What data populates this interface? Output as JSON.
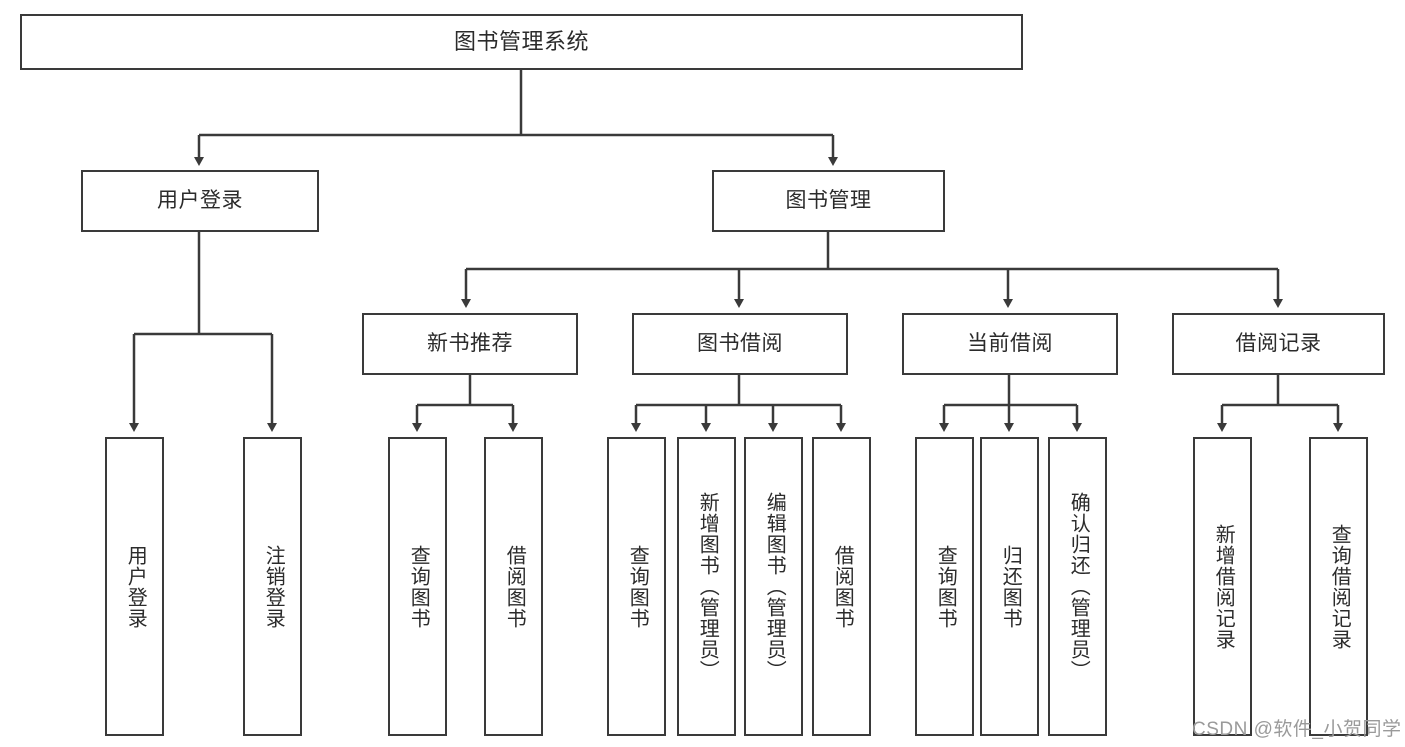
{
  "diagram": {
    "title": "图书管理系统",
    "type": "tree-hierarchy-chart",
    "root": {
      "id": "root",
      "label": "图书管理系统"
    },
    "level2": [
      {
        "id": "user-login",
        "label": "用户登录"
      },
      {
        "id": "book-manage",
        "label": "图书管理"
      }
    ],
    "level3": [
      {
        "id": "new-book-rec",
        "label": "新书推荐",
        "parent": "book-manage"
      },
      {
        "id": "book-borrow",
        "label": "图书借阅",
        "parent": "book-manage"
      },
      {
        "id": "current-borrow",
        "label": "当前借阅",
        "parent": "book-manage"
      },
      {
        "id": "borrow-record",
        "label": "借阅记录",
        "parent": "book-manage"
      }
    ],
    "leaves": {
      "user_login": [
        {
          "id": "leaf-user-login",
          "label": "用户登录"
        },
        {
          "id": "leaf-logout-login",
          "label": "注销登录"
        }
      ],
      "new_book_rec": [
        {
          "id": "leaf-query-book-1",
          "label": "查询图书"
        },
        {
          "id": "leaf-borrow-book-1",
          "label": "借阅图书"
        }
      ],
      "book_borrow": [
        {
          "id": "leaf-query-book-2",
          "label": "查询图书"
        },
        {
          "id": "leaf-add-book",
          "label": "新增图书（管理员）"
        },
        {
          "id": "leaf-edit-book",
          "label": "编辑图书（管理员）"
        },
        {
          "id": "leaf-borrow-book-2",
          "label": "借阅图书"
        }
      ],
      "current_borrow": [
        {
          "id": "leaf-query-book-3",
          "label": "查询图书"
        },
        {
          "id": "leaf-return-book",
          "label": "归还图书"
        },
        {
          "id": "leaf-confirm-return",
          "label": "确认归还（管理员）"
        }
      ],
      "borrow_record": [
        {
          "id": "leaf-add-record",
          "label": "新增借阅记录"
        },
        {
          "id": "leaf-query-record",
          "label": "查询借阅记录"
        }
      ]
    }
  },
  "watermark": {
    "text": "CSDN @软件_小贺同学"
  },
  "colors": {
    "border": "#3a3a3a",
    "text": "#2b2b2b",
    "background": "#ffffff",
    "watermark": "#9a9a9a"
  }
}
